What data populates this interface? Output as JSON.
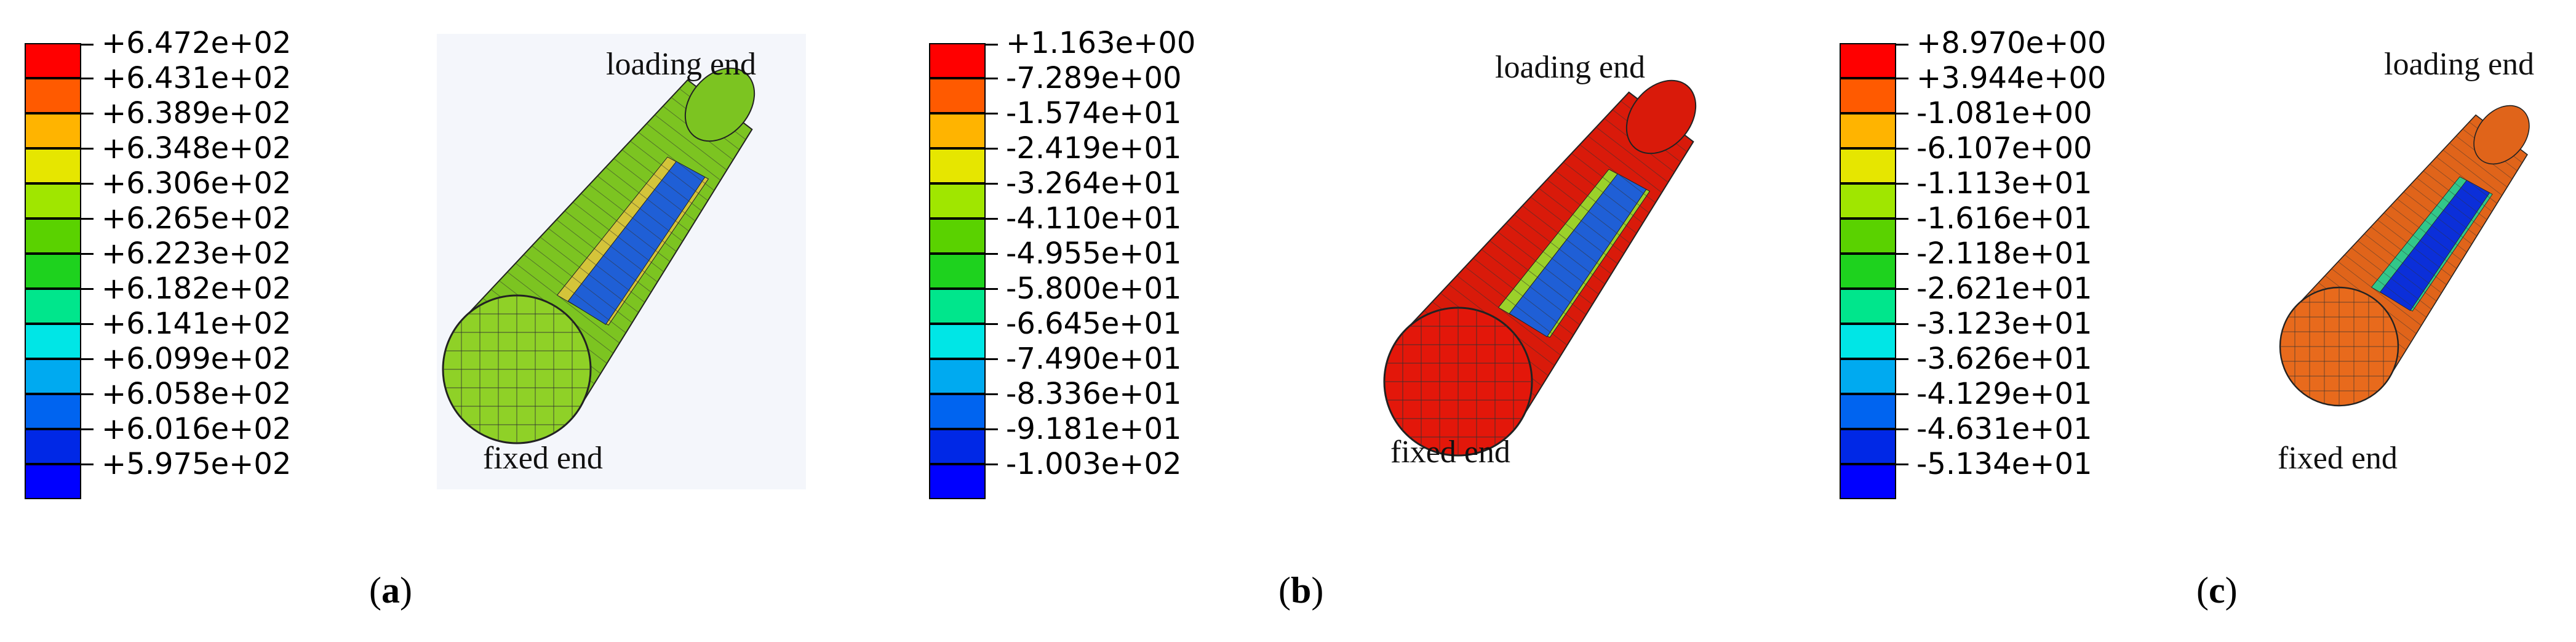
{
  "panels": [
    {
      "id": "a",
      "caption_open": "(",
      "caption_letter": "a",
      "caption_close": ")",
      "legend": [
        "+6.472e+02",
        "+6.431e+02",
        "+6.389e+02",
        "+6.348e+02",
        "+6.306e+02",
        "+6.265e+02",
        "+6.223e+02",
        "+6.182e+02",
        "+6.141e+02",
        "+6.099e+02",
        "+6.058e+02",
        "+6.016e+02",
        "+5.975e+02"
      ],
      "loading_label": "loading end",
      "fixed_label": "fixed end",
      "body_color": "#7cc421",
      "end_color": "#8fd127",
      "stripe_color": "#d4c43a",
      "inner_color": "#1f5fd6"
    },
    {
      "id": "b",
      "caption_open": "(",
      "caption_letter": "b",
      "caption_close": ")",
      "legend": [
        "+1.163e+00",
        "-7.289e+00",
        "-1.574e+01",
        "-2.419e+01",
        "-3.264e+01",
        "-4.110e+01",
        "-4.955e+01",
        "-5.800e+01",
        "-6.645e+01",
        "-7.490e+01",
        "-8.336e+01",
        "-9.181e+01",
        "-1.003e+02"
      ],
      "loading_label": "loading end",
      "fixed_label": "fixed end",
      "body_color": "#d91a0a",
      "end_color": "#e3170a",
      "stripe_color": "#9bd12a",
      "inner_color": "#1f5fd6"
    },
    {
      "id": "c",
      "caption_open": "(",
      "caption_letter": "c",
      "caption_close": ")",
      "legend": [
        "+8.970e+00",
        "+3.944e+00",
        "-1.081e+00",
        "-6.107e+00",
        "-1.113e+01",
        "-1.616e+01",
        "-2.118e+01",
        "-2.621e+01",
        "-3.123e+01",
        "-3.626e+01",
        "-4.129e+01",
        "-4.631e+01",
        "-5.134e+01"
      ],
      "loading_label": "loading end",
      "fixed_label": "fixed end",
      "body_color": "#e0641a",
      "end_color": "#e86a1c",
      "stripe_color": "#32c78a",
      "inner_color": "#0b2fd9"
    }
  ],
  "colormap": [
    "#ff0000",
    "#ff5a00",
    "#ffb400",
    "#e6e600",
    "#a0e600",
    "#5ad200",
    "#1ed21e",
    "#00e68c",
    "#00e6e6",
    "#00aaf0",
    "#0064f0",
    "#0028e6",
    "#0000ff"
  ]
}
